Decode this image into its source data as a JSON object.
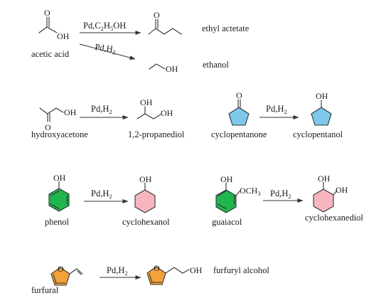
{
  "colors": {
    "cyclopentane": "#7ec8ec",
    "cyclohexane": "#f7b6be",
    "aromatic": "#1fb64c",
    "furan": "#f3a23a",
    "ink": "#1a1a1a"
  },
  "atoms": {
    "o": "O",
    "oh": "OH"
  },
  "r1": {
    "reactant": "acetic acid",
    "arrow1_reagent": "Pd,C2H5OH",
    "product1": "ethyl actetate",
    "arrow2_reagent": "Pd,H2",
    "product2": "ethanol"
  },
  "r2": {
    "reactant": "hydroxyacetone",
    "reagent": "Pd,H2",
    "product": "1,2-propanediol"
  },
  "r3": {
    "reactant": "cyclopentanone",
    "reagent": "Pd,H2",
    "product": "cyclopentanol"
  },
  "r4": {
    "reactant": "phenol",
    "reagent": "Pd,H2",
    "product": "cyclohexanol"
  },
  "r5": {
    "reactant": "guaiacol",
    "reactant_substituent": "OCH3",
    "reagent": "Pd,H2",
    "product": "cyclohexanediol"
  },
  "r6": {
    "reactant": "furfural",
    "reagent": "Pd,H2",
    "product": "furfuryl alcohol"
  }
}
